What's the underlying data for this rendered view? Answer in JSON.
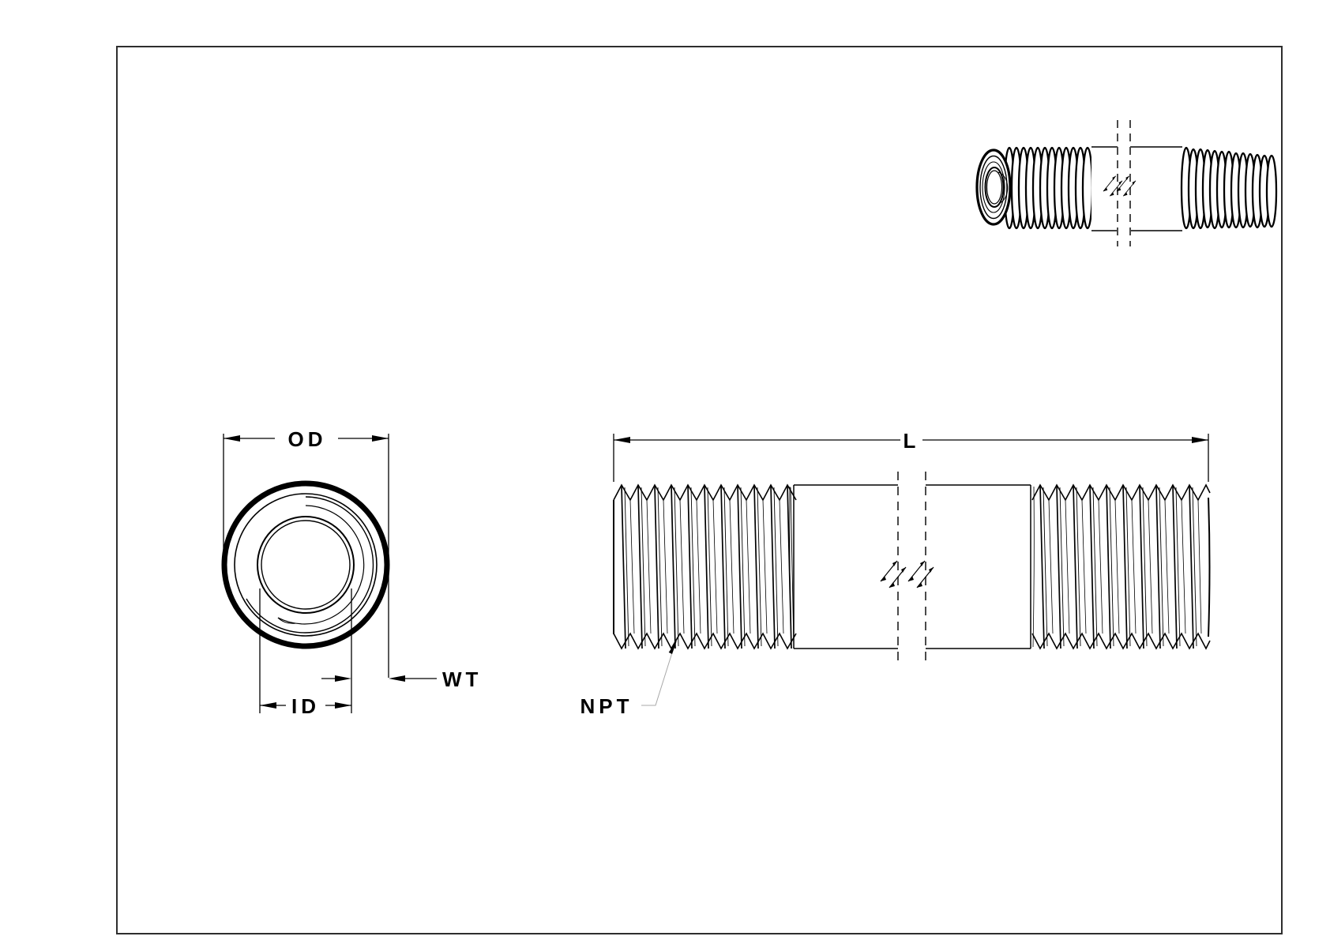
{
  "drawing": {
    "labels": {
      "outer_diameter": "OD",
      "inner_diameter": "ID",
      "wall_thickness": "WT",
      "length": "L",
      "thread_standard": "NPT"
    },
    "colors": {
      "line": "#000000",
      "frame": "#2e2e2e",
      "break_line": "#4a4a4a",
      "leader_line": "#a8a8a8",
      "background": "#ffffff"
    }
  }
}
